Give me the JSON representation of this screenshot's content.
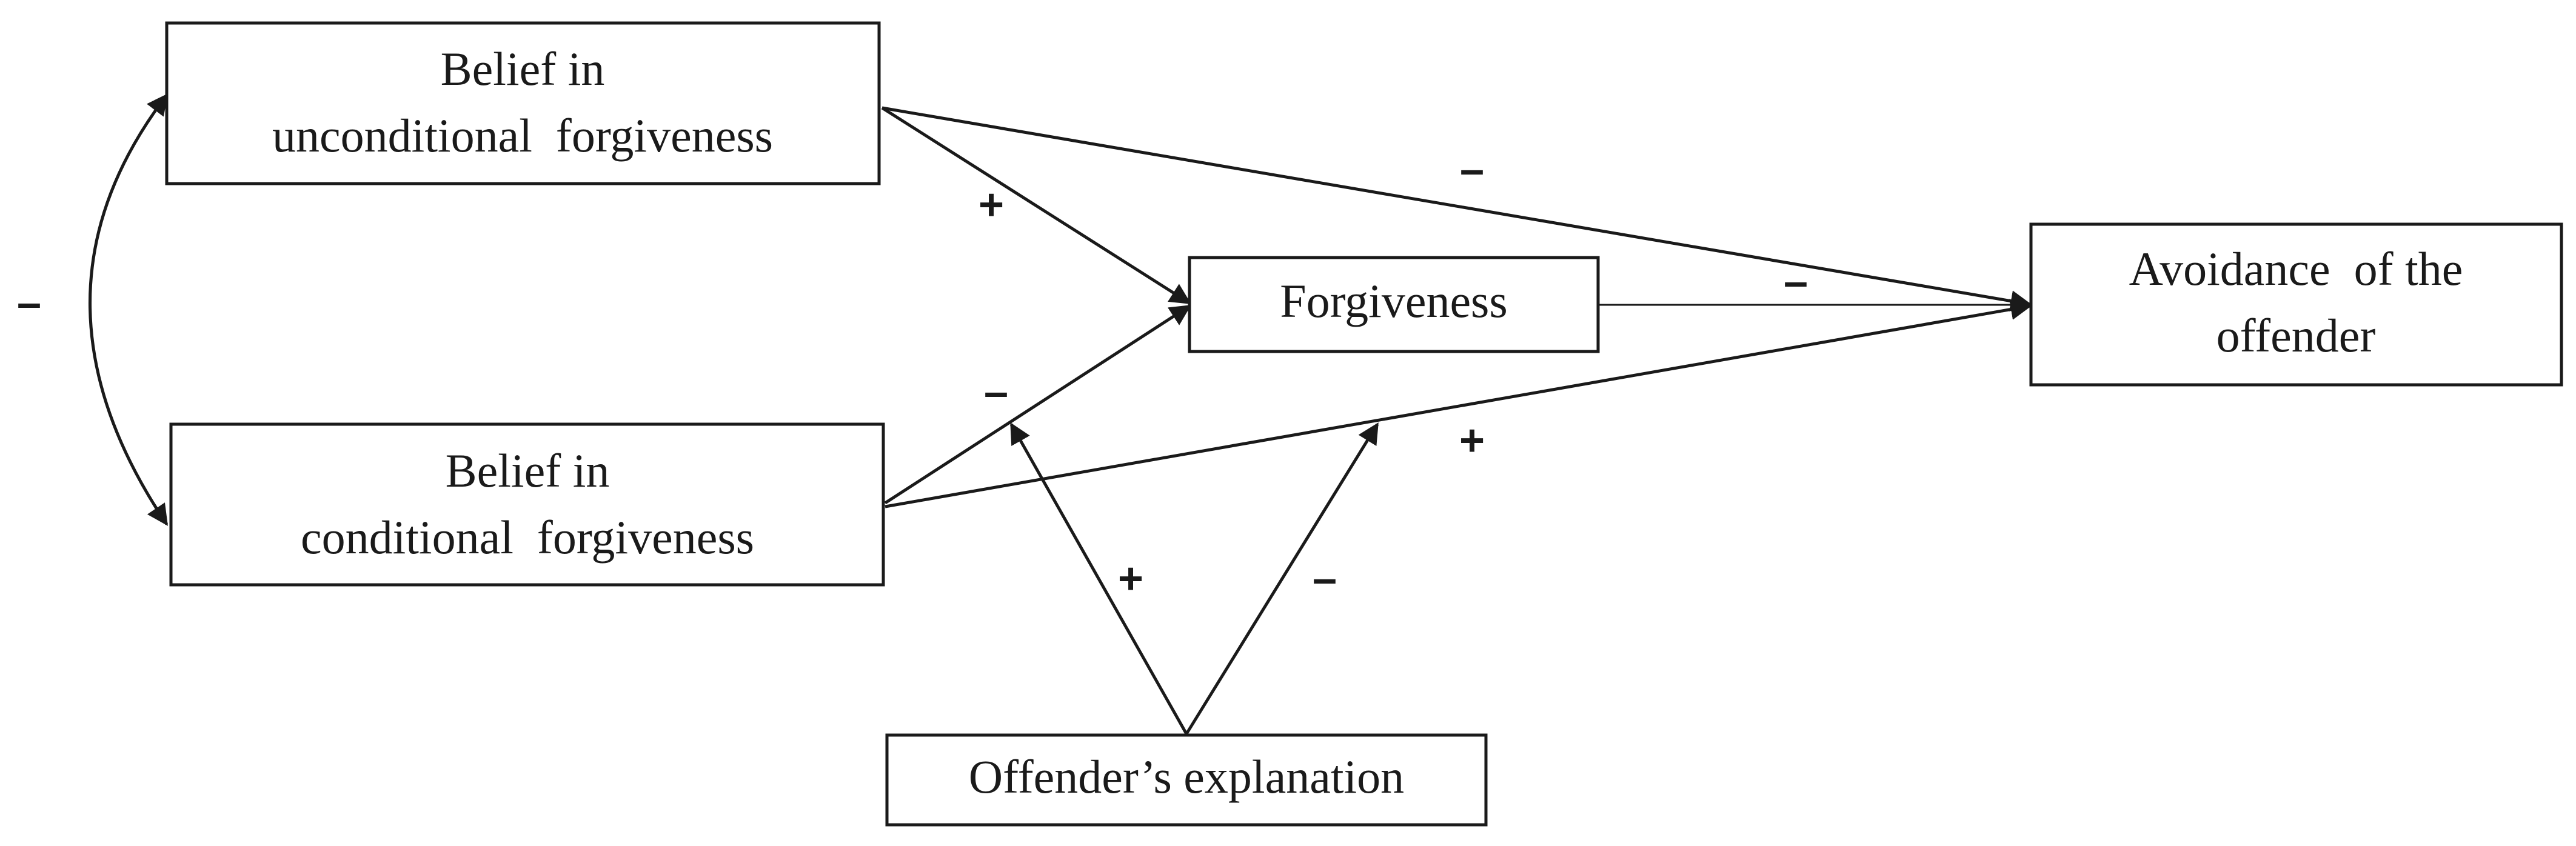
{
  "nodes": {
    "unconditional": {
      "lines": [
        "Belief in",
        "unconditional  forgiveness"
      ]
    },
    "conditional": {
      "lines": [
        "Belief in",
        "conditional  forgiveness"
      ]
    },
    "forgiveness": {
      "lines": [
        "Forgiveness"
      ]
    },
    "avoidance": {
      "lines": [
        "Avoidance  of the",
        "offender"
      ]
    },
    "explanation": {
      "lines": [
        "Offender’s explanation"
      ]
    }
  },
  "edges": {
    "unconditional_conditional_correlation": "–",
    "unconditional_to_forgiveness": "+",
    "unconditional_to_avoidance": "–",
    "conditional_to_forgiveness": "–",
    "conditional_to_avoidance": "+",
    "forgiveness_to_avoidance": "–",
    "explanation_moderates_conditional_path": "+",
    "explanation_moderates_conditional_avoidance_path": "–"
  },
  "colors": {
    "stroke": "#1a1a1a",
    "background": "#ffffff"
  }
}
